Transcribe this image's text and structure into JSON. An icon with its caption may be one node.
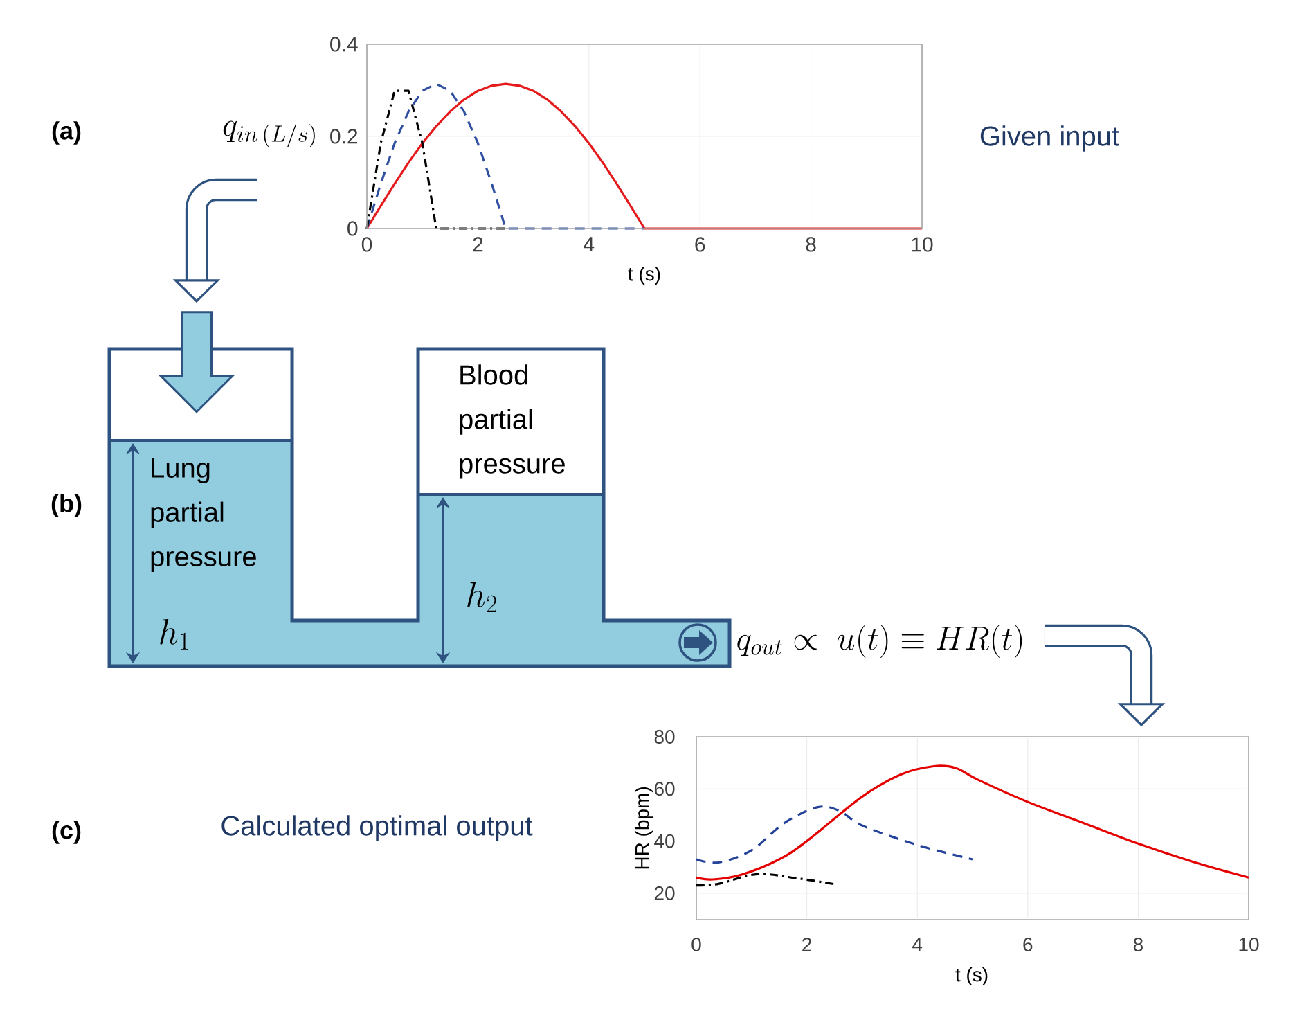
{
  "diagram": {
    "nodes": [
      {
        "text": [
          "q_{in\\,(L/s)}"
        ]
      },
      {
        "text": [
          "Lung partial pressure"
        ]
      },
      {
        "text": [
          "Blood partial pressure"
        ]
      },
      {
        "text": [
          "q_{out} \\propto\\; u(t) \\equiv HR(t)"
        ]
      },
      {
        "text": [],
        "shape": "chart"
      },
      {
        "text": [],
        "shape": "arrow"
      },
      {
        "text": [],
        "shape": "chart"
      }
    ],
    "edges": [
      {
        "from": null,
        "to": 5,
        "arrow": "to"
      },
      {
        "from": 3,
        "to": 4,
        "arrow": "to"
      }
    ],
    "labels": [
      "(a)",
      "Given input",
      "(b)",
      "h_1",
      "h_2",
      "(c)",
      "Calculated optimal output",
      "HR (bpm)",
      "80",
      "60",
      "40",
      "20",
      "0",
      "2",
      "4",
      "6",
      "8",
      "10",
      "t (s)"
    ],
    "chart_data": {
      "type": "line",
      "xlabel": "t (s)",
      "x": [
        0,
        0.25,
        0.5,
        0.75,
        1,
        1.25,
        1.5,
        1.75,
        2,
        2.25,
        2.5,
        2.75,
        3,
        3.25,
        3.5,
        3.75,
        4,
        4.25,
        4.5,
        4.75,
        5,
        10
      ],
      "xlim": [
        0,
        10
      ],
      "ylim": [
        0,
        0.4
      ],
      "xticks": [
        0,
        2,
        4,
        6,
        8,
        10
      ],
      "yticks": [
        0,
        0.2,
        0.4
      ],
      "grid": true,
      "series": [
        {
          "color": "#e41a1c",
          "line_style": "solid",
          "values": [
            0,
            0.049,
            0.097,
            0.143,
            0.185,
            0.222,
            0.254,
            0.28,
            0.299,
            0.31,
            0.314,
            0.31,
            0.299,
            0.28,
            0.254,
            0.222,
            0.185,
            0.143,
            0.097,
            0.049,
            0,
            0
          ]
        },
        {
          "color": "#2f4fa0",
          "line_style": "dashed",
          "values": [
            0,
            0.097,
            0.185,
            0.254,
            0.299,
            0.314,
            0.299,
            0.254,
            0.185,
            0.097,
            0,
            0,
            0,
            0,
            0,
            0,
            0,
            0,
            0,
            0,
            0,
            null
          ]
        },
        {
          "color": "#000000",
          "line_style": "dashdot",
          "values": [
            0,
            0.185,
            0.299,
            0.299,
            0.185,
            0,
            0,
            0,
            0,
            0,
            0,
            null,
            null,
            null,
            null,
            null,
            null,
            null,
            null,
            null,
            null,
            null
          ]
        }
      ]
    }
  }
}
